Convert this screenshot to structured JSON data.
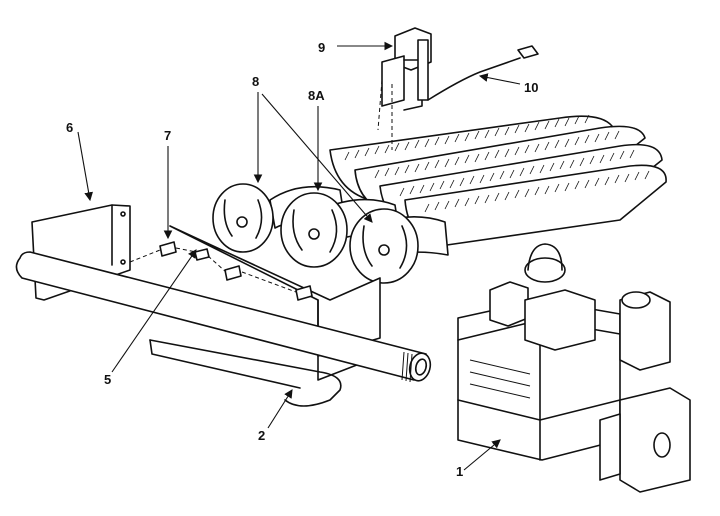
{
  "figure": {
    "callouts": [
      {
        "id": "c1",
        "label": "1"
      },
      {
        "id": "c2",
        "label": "2"
      },
      {
        "id": "c5",
        "label": "5"
      },
      {
        "id": "c6",
        "label": "6"
      },
      {
        "id": "c7",
        "label": "7"
      },
      {
        "id": "c8",
        "label": "8"
      },
      {
        "id": "c8a",
        "label": "8A"
      },
      {
        "id": "c9",
        "label": "9"
      },
      {
        "id": "c10",
        "label": "10"
      }
    ]
  }
}
